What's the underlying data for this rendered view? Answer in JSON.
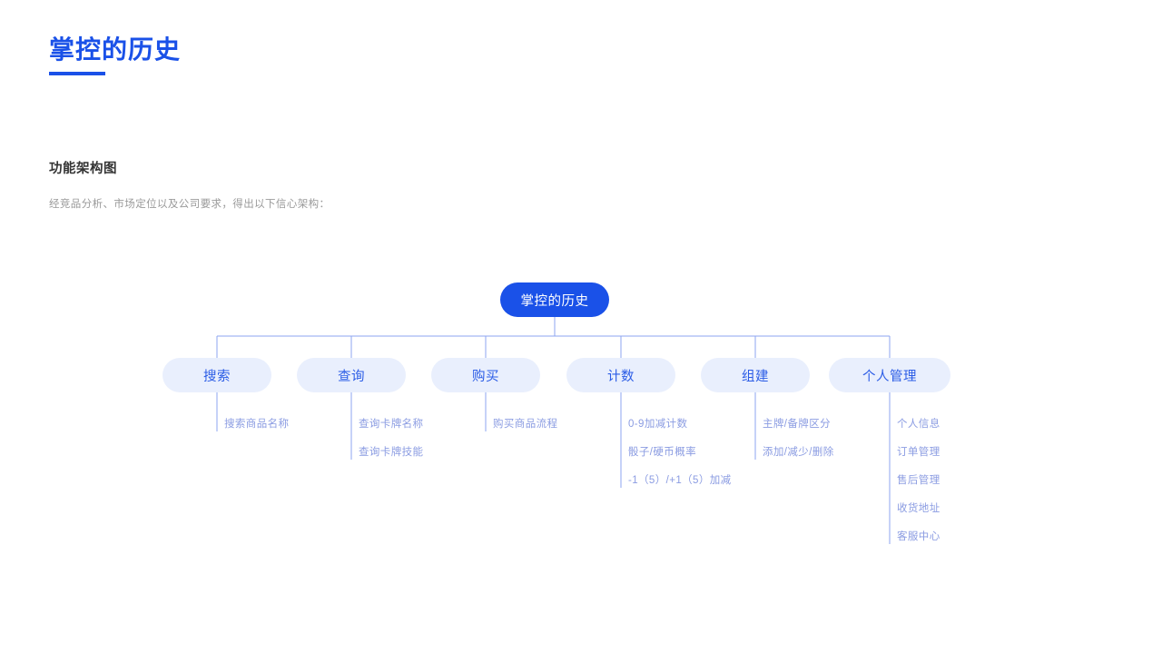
{
  "header": {
    "title": "掌控的历史",
    "accent_color": "#1a51e8"
  },
  "section": {
    "heading": "功能架构图",
    "description": "经竞品分析、市场定位以及公司要求，得出以下信心架构："
  },
  "diagram": {
    "type": "tree",
    "root": {
      "label": "掌控的历史",
      "fill": "#1a51e8",
      "text_color": "#ffffff"
    },
    "branch_style": {
      "fill": "#e9effd",
      "text_color": "#2b5ce6"
    },
    "leaf_style": {
      "text_color": "#8b9ce2"
    },
    "connector_color": "#8ea6f0",
    "branches": [
      {
        "label": "搜索",
        "leaves": [
          "搜索商品名称"
        ]
      },
      {
        "label": "查询",
        "leaves": [
          "查询卡牌名称",
          "查询卡牌技能"
        ]
      },
      {
        "label": "购买",
        "leaves": [
          "购买商品流程"
        ]
      },
      {
        "label": "计数",
        "leaves": [
          "0-9加减计数",
          "骰子/硬币概率",
          "-1（5）/+1（5）加减"
        ]
      },
      {
        "label": "组建",
        "leaves": [
          "主牌/备牌区分",
          "添加/减少/删除"
        ]
      },
      {
        "label": "个人管理",
        "leaves": [
          "个人信息",
          "订单管理",
          "售后管理",
          "收货地址",
          "客服中心"
        ]
      }
    ]
  }
}
